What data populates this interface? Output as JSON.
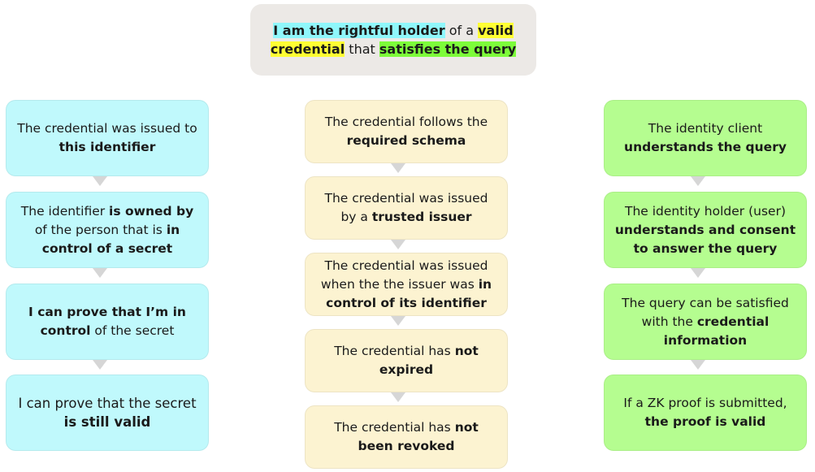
{
  "header": {
    "part1": "I am the rightful holder",
    "part2": " of  a ",
    "part3": "valid credential",
    "part4": " that ",
    "part5": "satisfies the query"
  },
  "columns": {
    "identity": [
      {
        "a": "The credential was issued to ",
        "b": "this identifier",
        "c": ""
      },
      {
        "a": "The identifier ",
        "b": "is owned by",
        "c": " of the person that is ",
        "d": "in control of a secret"
      },
      {
        "a": "",
        "b": "I can prove that I’m in control",
        "c": " of the secret"
      },
      {
        "a": "I can prove that the secret ",
        "b": "is still valid",
        "c": ""
      }
    ],
    "credential": [
      {
        "a": "The credential follows the ",
        "b": "required schema",
        "c": ""
      },
      {
        "a": "The credential was issued by a ",
        "b": "trusted issuer",
        "c": ""
      },
      {
        "a": "The credential was issued when the the issuer was ",
        "b": "in control of its identifier",
        "c": ""
      },
      {
        "a": "The credential has ",
        "b": "not expired",
        "c": ""
      },
      {
        "a": "The credential has ",
        "b": "not been revoked",
        "c": ""
      }
    ],
    "query": [
      {
        "a": "The identity client ",
        "b": "understands the query",
        "c": ""
      },
      {
        "a": "The identity holder (user) ",
        "b": "understands and consent to answer the query",
        "c": ""
      },
      {
        "a": "The query can be satisfied with the ",
        "b": "credential information",
        "c": ""
      },
      {
        "a": "If a ZK proof is submitted, ",
        "b": "the proof is valid",
        "c": ""
      }
    ]
  },
  "colors": {
    "cyan_box": "#c0f9fc",
    "yellow_box": "#fcf3d1",
    "green_box": "#b5fd90",
    "header_bg": "#ece9e6",
    "arrow": "#d6d6d6"
  }
}
